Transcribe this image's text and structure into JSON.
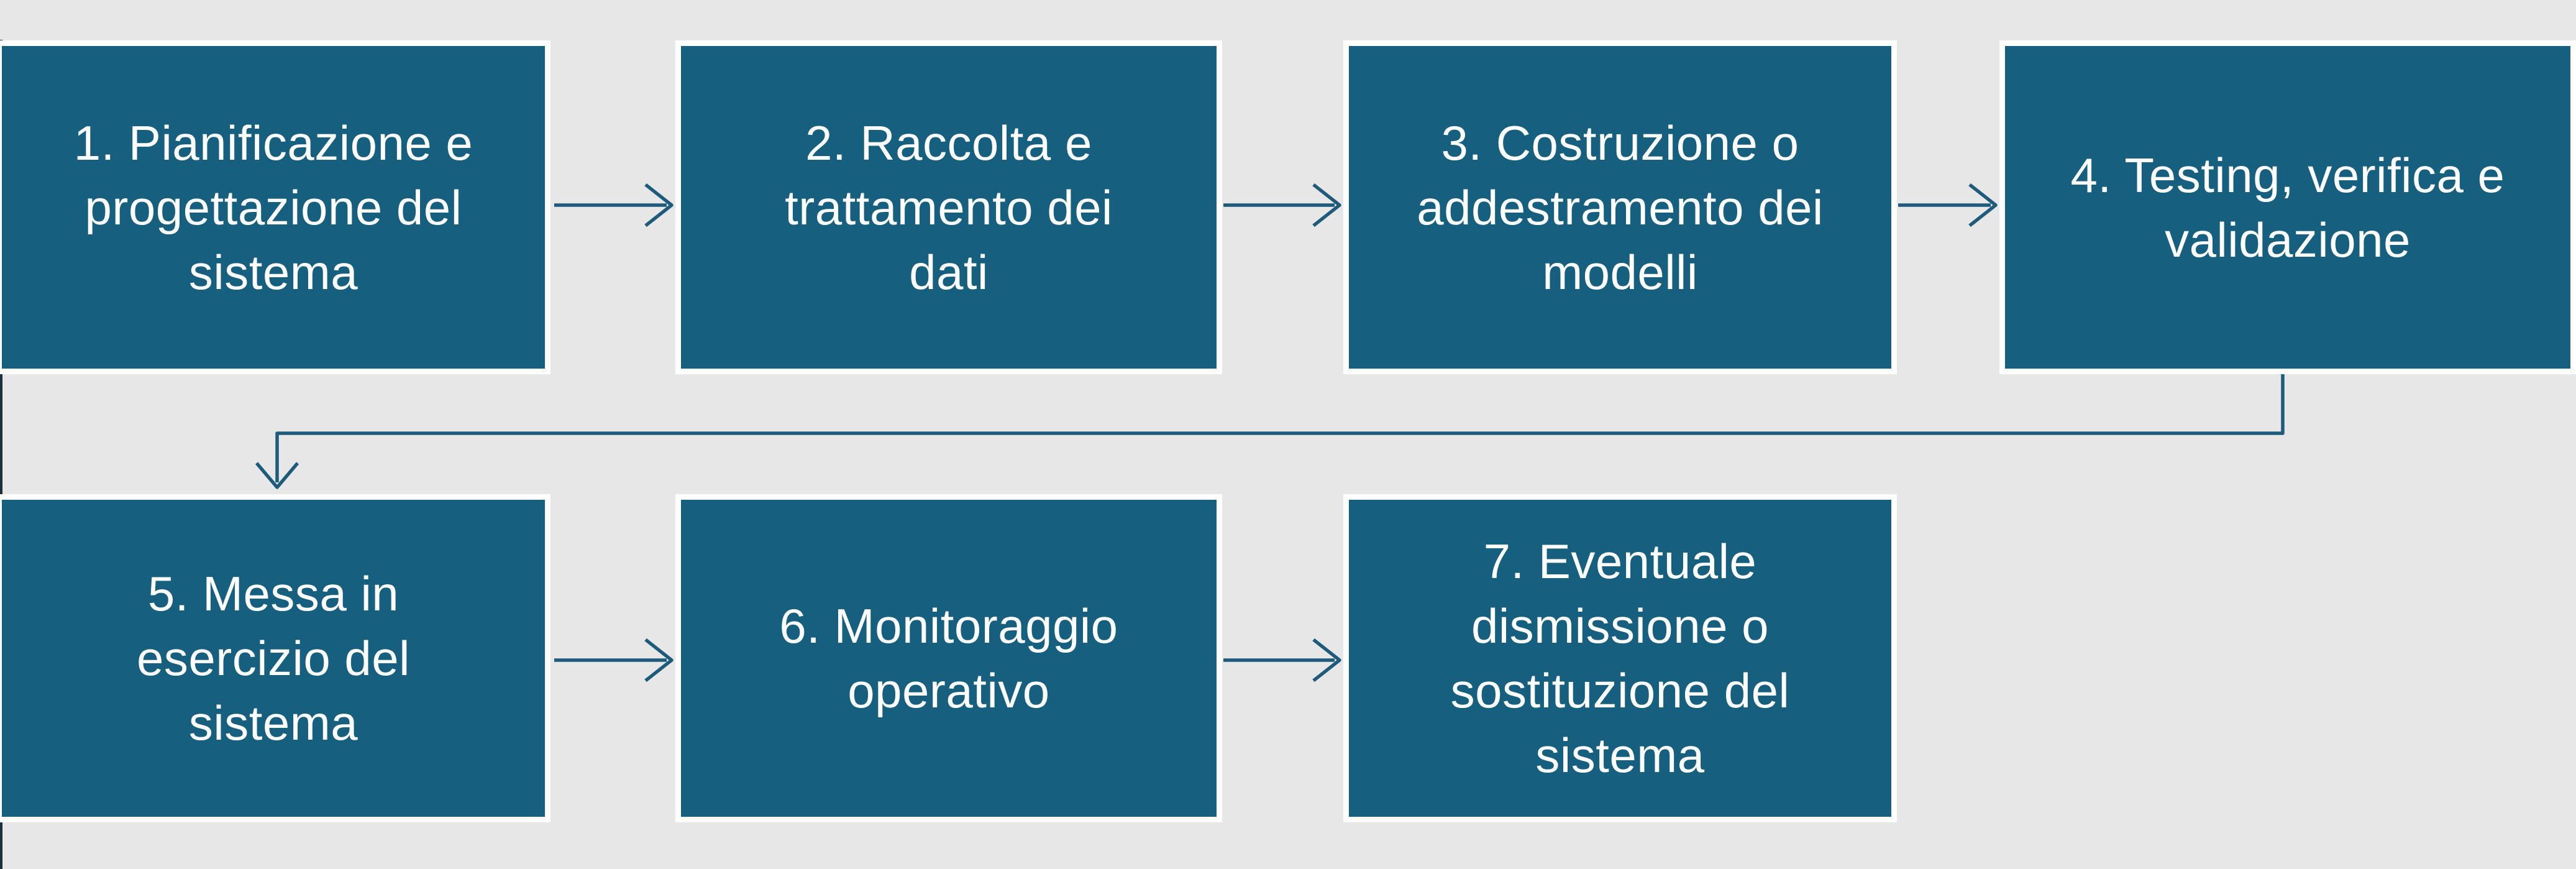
{
  "diagram": {
    "title_implicit": "Ciclo di vita di un sistema (fasi 1-7)",
    "colors": {
      "background": "#E7E7E7",
      "box_fill": "#175F7F",
      "box_border": "#FFFFFF",
      "connector": "#1E5B7A",
      "text": "#FFFFFF"
    },
    "steps": [
      {
        "id": "1",
        "label": "1. Pianificazione e\nprogettazione del\nsistema"
      },
      {
        "id": "2",
        "label": "2. Raccolta e\ntrattamento dei\ndati"
      },
      {
        "id": "3",
        "label": "3. Costruzione o\naddestramento dei\nmodelli"
      },
      {
        "id": "4",
        "label": "4. Testing, verifica e\nvalidazione"
      },
      {
        "id": "5",
        "label": "5. Messa in\nesercizio del\nsistema"
      },
      {
        "id": "6",
        "label": "6. Monitoraggio\noperativo"
      },
      {
        "id": "7",
        "label": "7. Eventuale\ndismissione o\nsostituzione del\nsistema"
      }
    ],
    "flow": [
      {
        "from": "1",
        "to": "2",
        "type": "straight-arrow"
      },
      {
        "from": "2",
        "to": "3",
        "type": "straight-arrow"
      },
      {
        "from": "3",
        "to": "4",
        "type": "straight-arrow"
      },
      {
        "from": "4",
        "to": "5",
        "type": "elbow-arrow"
      },
      {
        "from": "5",
        "to": "6",
        "type": "straight-arrow"
      },
      {
        "from": "6",
        "to": "7",
        "type": "straight-arrow"
      }
    ]
  }
}
